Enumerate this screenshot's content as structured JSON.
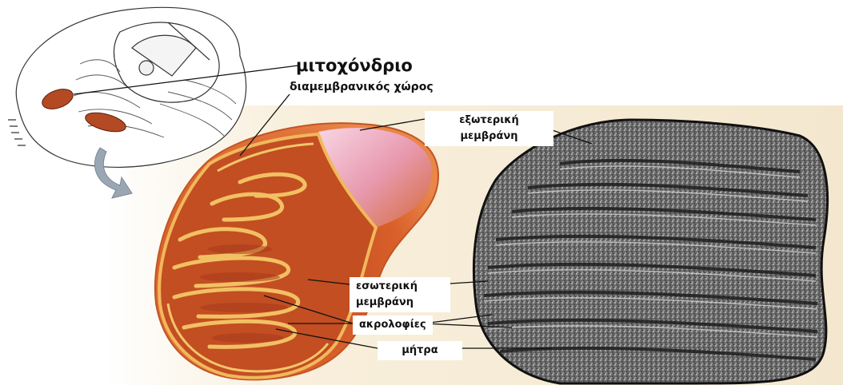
{
  "title": "μιτοχόνδριο",
  "labels": {
    "intermembrane_space": "διαμεμβρανικός χώρος",
    "outer_membrane_line1": "εξωτερική",
    "outer_membrane_line2": "μεμβράνη",
    "inner_membrane_line1": "εσωτερική",
    "inner_membrane_line2": "μεμβράνη",
    "cristae": "ακρολοφίες",
    "matrix": "μήτρα"
  },
  "colors": {
    "mitochondrion_outer": "#d75a1f",
    "mitochondrion_dark": "#a8381c",
    "cristae": "#f2c063",
    "micrograph": "#4a4a4a",
    "background_beige": "#f6ecd6"
  }
}
